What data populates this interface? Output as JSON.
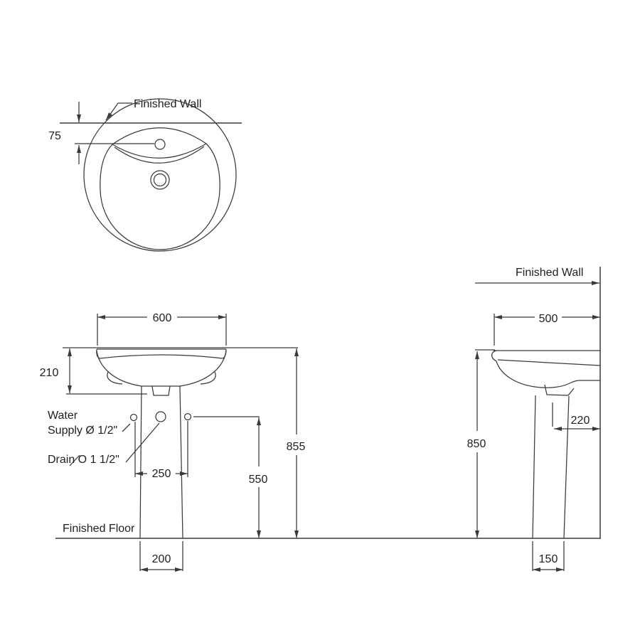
{
  "top_view": {
    "finished_wall_label": "Finished Wall",
    "wall_to_faucet_offset": "75"
  },
  "front_view": {
    "basin_width": "600",
    "basin_height": "210",
    "overall_height": "855",
    "supply_height": "550",
    "supply_spacing": "250",
    "pedestal_base_width": "200",
    "water_supply_label_line1": "Water",
    "water_supply_label_line2": "Supply Ø 1/2\"",
    "drain_label": "Drain O 1 1/2\"",
    "finished_floor_label": "Finished Floor"
  },
  "side_view": {
    "finished_wall_label": "Finished Wall",
    "basin_depth": "500",
    "drain_to_wall_offset": "220",
    "overall_height": "850",
    "pedestal_base_depth": "150"
  },
  "colors": {
    "line": "#3a3a3a",
    "text": "#1f1f1f",
    "background": "#ffffff"
  }
}
